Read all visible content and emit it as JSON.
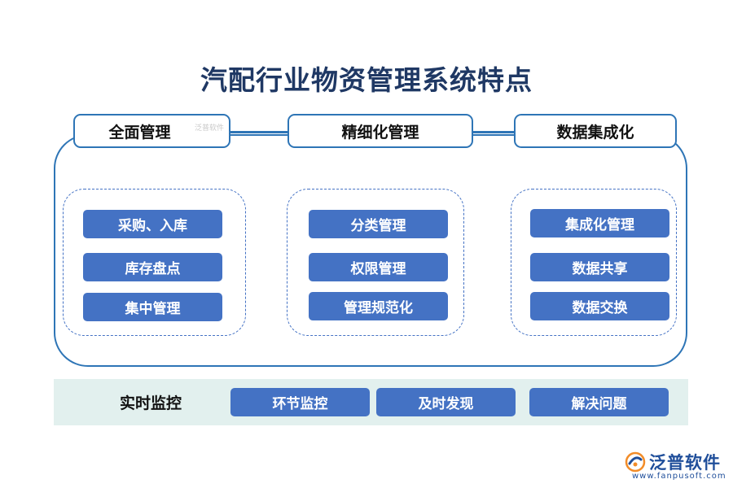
{
  "title": "汽配行业物资管理系统特点",
  "columns": [
    {
      "header": "全面管理",
      "items": [
        "采购、入库",
        "库存盘点",
        "集中管理"
      ]
    },
    {
      "header": "精细化管理",
      "items": [
        "分类管理",
        "权限管理",
        "管理规范化"
      ]
    },
    {
      "header": "数据集成化",
      "items": [
        "集成化管理",
        "数据共享",
        "数据交换"
      ]
    }
  ],
  "header_watermark": "泛普软件",
  "monitoring": {
    "label": "实时监控",
    "items": [
      "环节监控",
      "及时发现",
      "解决问题"
    ]
  },
  "brand": {
    "name": "泛普软件",
    "url": "www.fanpusoft.com"
  },
  "colors": {
    "title": "#1f3864",
    "frame": "#2e75b6",
    "pill": "#4472c4",
    "band": "#e2f0ee",
    "brand": "#1f4e9a"
  },
  "icons": {
    "brand_logo": "fanpu-logo-icon"
  }
}
